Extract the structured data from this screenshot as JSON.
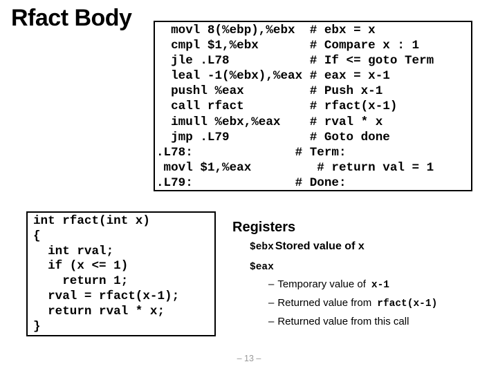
{
  "slide": {
    "title": "Rfact Body",
    "page_number": "– 13 –"
  },
  "asm_box": {
    "lines": [
      "  movl 8(%ebp),%ebx  # ebx = x",
      "  cmpl $1,%ebx       # Compare x : 1",
      "  jle .L78           # If <= goto Term",
      "  leal -1(%ebx),%eax # eax = x-1",
      "  pushl %eax         # Push x-1",
      "  call rfact         # rfact(x-1)",
      "  imull %ebx,%eax    # rval * x",
      "  jmp .L79           # Goto done",
      ".L78:              # Term:",
      " movl $1,%eax         # return val = 1",
      ".L79:              # Done:"
    ]
  },
  "c_box": {
    "lines": [
      "int rfact(int x)",
      "{",
      "  int rval;",
      "  if (x <= 1)",
      "    return 1;",
      "  rval = rfact(x-1);",
      "  return rval * x;",
      "}"
    ]
  },
  "registers": {
    "heading": "Registers",
    "ebx": {
      "name": "$ebx",
      "desc": "Stored value of x"
    },
    "eax": {
      "name": "$eax",
      "bullets": [
        {
          "dash": "–",
          "text": "Temporary value of",
          "code": "x-1"
        },
        {
          "dash": "–",
          "text": "Returned value from",
          "code": "rfact(x-1)"
        },
        {
          "dash": "–",
          "text": "Returned value from this call",
          "code": ""
        }
      ]
    }
  },
  "colors": {
    "text": "#000000",
    "page_number": "#999999",
    "background": "#ffffff",
    "box_border": "#000000"
  }
}
